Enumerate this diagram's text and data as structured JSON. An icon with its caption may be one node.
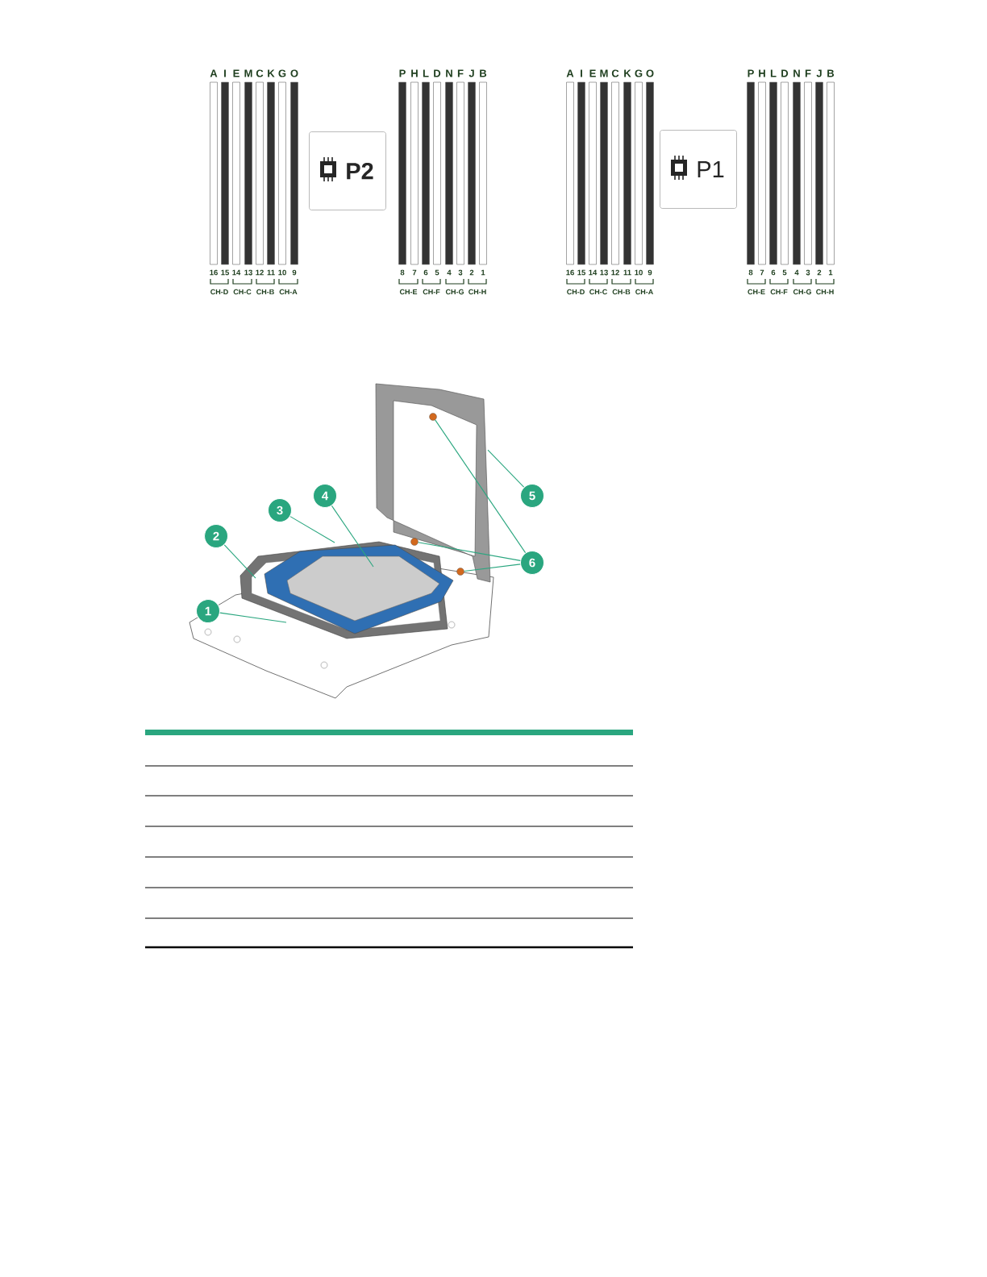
{
  "diagram": {
    "nodes": [
      {
        "text": [
          "P2"
        ]
      },
      {
        "text": [
          "P1"
        ]
      },
      {
        "text": [
          "1"
        ]
      },
      {
        "text": [
          "2"
        ]
      },
      {
        "text": [
          "3"
        ]
      },
      {
        "text": [
          "4"
        ]
      },
      {
        "text": [
          "5"
        ]
      },
      {
        "text": [
          "6"
        ]
      },
      {
        "text": [],
        "shape": "circle"
      },
      {
        "text": [],
        "shape": "circle"
      },
      {
        "text": [],
        "shape": "circle"
      }
    ],
    "edges": [
      {
        "from": 2,
        "to": null,
        "arrow": "none"
      },
      {
        "from": 3,
        "to": null,
        "arrow": "none"
      },
      {
        "from": 4,
        "to": null,
        "arrow": "none"
      },
      {
        "from": 5,
        "to": null,
        "arrow": "none"
      },
      {
        "from": 6,
        "to": null,
        "arrow": "none"
      },
      {
        "from": 7,
        "to": 9,
        "arrow": "none"
      },
      {
        "from": 7,
        "to": 8,
        "arrow": "none"
      },
      {
        "from": 7,
        "to": 10,
        "arrow": "none"
      }
    ],
    "labels": [
      "A",
      "I",
      "E",
      "M",
      "C",
      "K",
      "G",
      "O",
      "P",
      "H",
      "L",
      "D",
      "N",
      "F",
      "J",
      "B",
      "A",
      "I",
      "E",
      "M",
      "C",
      "K",
      "G",
      "O",
      "P",
      "H",
      "L",
      "D",
      "N",
      "F",
      "J",
      "B",
      "16",
      "15",
      "14",
      "13",
      "12",
      "11",
      "10",
      "9",
      "8",
      "7",
      "6",
      "5",
      "4",
      "3",
      "2",
      "1",
      "16",
      "15",
      "14",
      "13",
      "12",
      "11",
      "10",
      "9",
      "8",
      "7",
      "6",
      "5",
      "4",
      "3",
      "2",
      "1",
      "CH-D",
      "CH-C",
      "CH-B",
      "CH-A",
      "CH-E",
      "CH-F",
      "CH-G",
      "CH-H",
      "CH-D",
      "CH-C",
      "CH-B",
      "CH-A",
      "CH-E",
      "CH-F",
      "CH-G",
      "CH-H"
    ]
  }
}
